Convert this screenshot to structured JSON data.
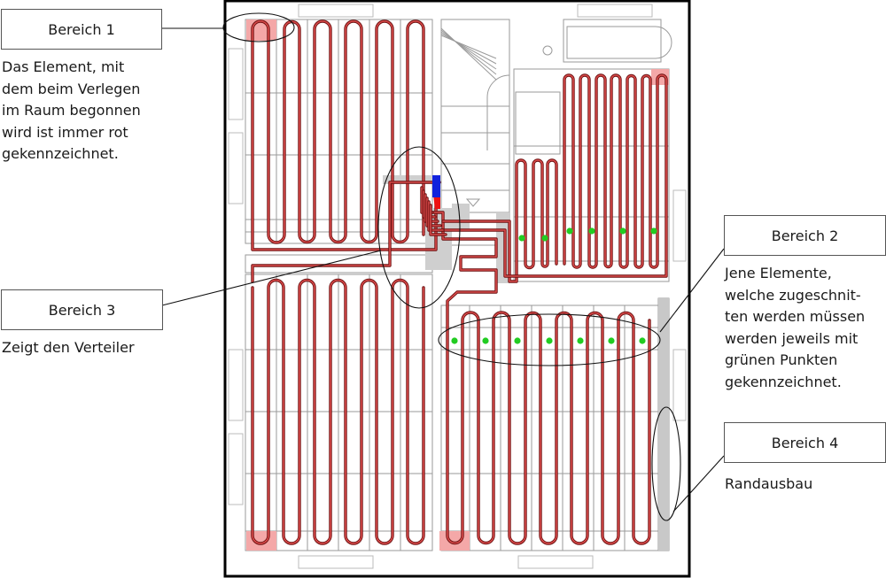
{
  "callouts": [
    {
      "id": "bereich-1",
      "title": "Bereich 1",
      "text": "Das Element, mit\ndem beim Verlegen\nim Raum begonnen\nwird ist immer rot\ngekennzeichnet."
    },
    {
      "id": "bereich-2",
      "title": "Bereich 2",
      "text": "Jene Elemente,\nwelche zugeschnit-\nten werden müssen\nwerden jeweils mit\ngrünen Punkten\ngekennzeichnet."
    },
    {
      "id": "bereich-3",
      "title": "Bereich 3",
      "text": "Zeigt den Verteiler"
    },
    {
      "id": "bereich-4",
      "title": "Bereich 4",
      "text": "Randausbau"
    }
  ],
  "colors": {
    "pipe": "#b32424",
    "start_element": "#f4a8a8",
    "cut_marker": "#22cc22",
    "manifold_supply": "#ee1111",
    "manifold_return": "#1122dd",
    "edge_strip": "#c8c8c8",
    "grid": "#9a9a9a"
  }
}
